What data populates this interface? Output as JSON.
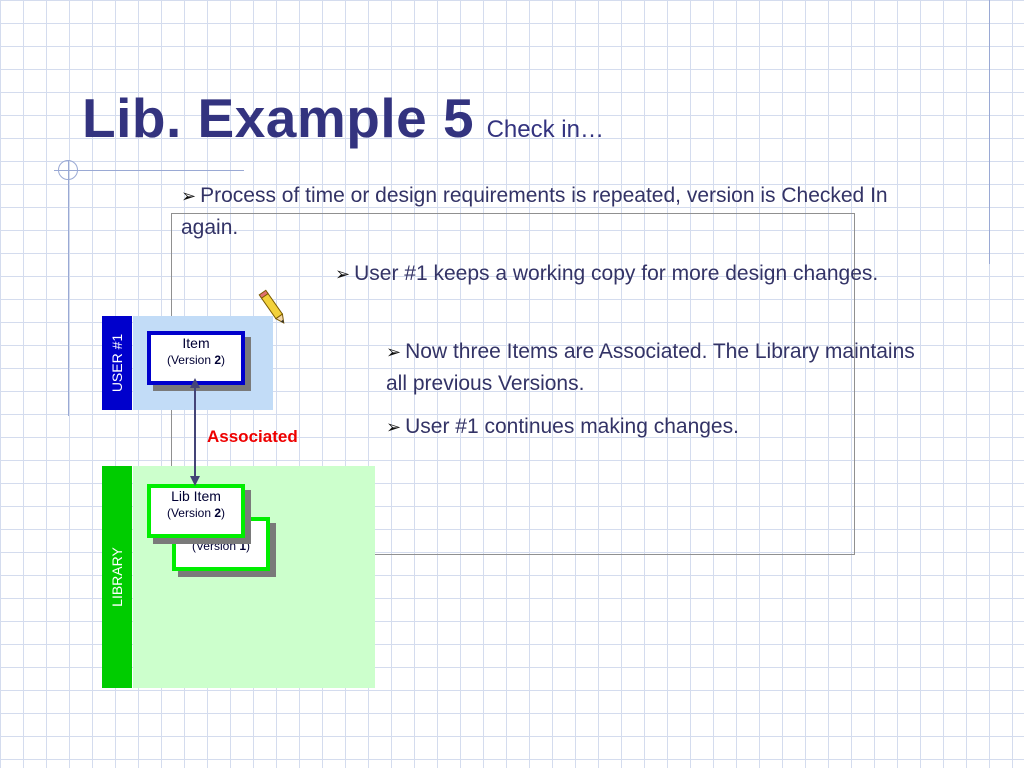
{
  "slide": {
    "title": "Lib. Example 5",
    "subtitle": "Check in…"
  },
  "bullets": [
    {
      "text": "Process of time or design requirements is repeated, version is Checked In again."
    },
    {
      "text": "User #1 keeps a working copy for more design changes."
    },
    {
      "text": "Now three Items are Associated. The Library maintains all previous Versions."
    },
    {
      "text": "User #1 continues making changes."
    }
  ],
  "diagram": {
    "user_label": "USER #1",
    "library_label": "LIBRARY",
    "item": {
      "name": "Item",
      "version_prefix": "(Version ",
      "version_num": "2",
      "version_suffix": ")"
    },
    "lib_item": {
      "name": "Lib Item",
      "version_prefix": "(Version ",
      "version_num": "2",
      "version_suffix": ")"
    },
    "lib_item_old": {
      "version_prefix": "(Version ",
      "version_num": "1",
      "version_suffix": ")"
    },
    "association_label": "Associated"
  },
  "colors": {
    "title": "#33337f",
    "user_strip": "#0000cc",
    "library_strip": "#00cc00",
    "association": "#ee0000"
  }
}
